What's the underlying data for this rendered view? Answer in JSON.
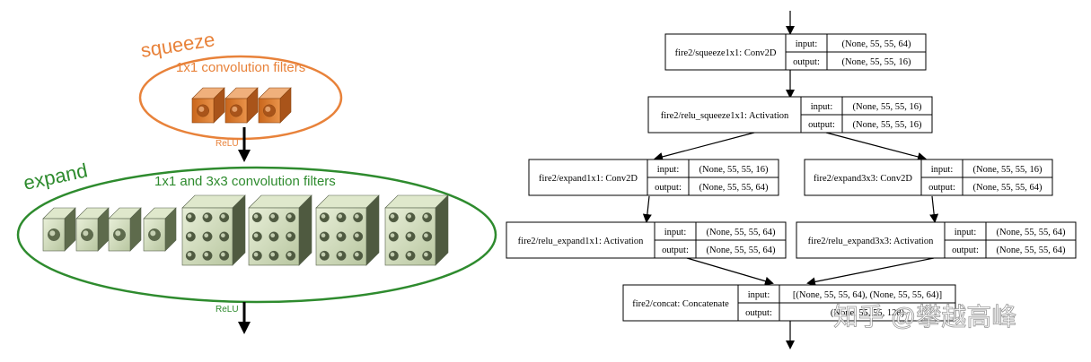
{
  "left_diagram": {
    "squeeze": {
      "title": "squeeze",
      "subtitle": "1x1 convolution filters",
      "activation": "ReLU",
      "color": "#e8823a"
    },
    "expand": {
      "title": "expand",
      "subtitle": "1x1 and 3x3 convolution filters",
      "activation": "ReLU",
      "color": "#2e8b2e"
    }
  },
  "right_diagram": {
    "nodes": [
      {
        "name": "fire2/squeeze1x1: Conv2D",
        "input_label": "input:",
        "input": "(None, 55, 55, 64)",
        "output_label": "output:",
        "output": "(None, 55, 55, 16)"
      },
      {
        "name": "fire2/relu_squeeze1x1: Activation",
        "input_label": "input:",
        "input": "(None, 55, 55, 16)",
        "output_label": "output:",
        "output": "(None, 55, 55, 16)"
      },
      {
        "name": "fire2/expand1x1: Conv2D",
        "input_label": "input:",
        "input": "(None, 55, 55, 16)",
        "output_label": "output:",
        "output": "(None, 55, 55, 64)"
      },
      {
        "name": "fire2/expand3x3: Conv2D",
        "input_label": "input:",
        "input": "(None, 55, 55, 16)",
        "output_label": "output:",
        "output": "(None, 55, 55, 64)"
      },
      {
        "name": "fire2/relu_expand1x1: Activation",
        "input_label": "input:",
        "input": "(None, 55, 55, 64)",
        "output_label": "output:",
        "output": "(None, 55, 55, 64)"
      },
      {
        "name": "fire2/relu_expand3x3: Activation",
        "input_label": "input:",
        "input": "(None, 55, 55, 64)",
        "output_label": "output:",
        "output": "(None, 55, 55, 64)"
      },
      {
        "name": "fire2/concat: Concatenate",
        "input_label": "input:",
        "input": "[(None, 55, 55, 64), (None, 55, 55, 64)]",
        "output_label": "output:",
        "output": "(None, 55, 55, 128)"
      }
    ]
  },
  "watermark": "知乎 @攀越高峰"
}
